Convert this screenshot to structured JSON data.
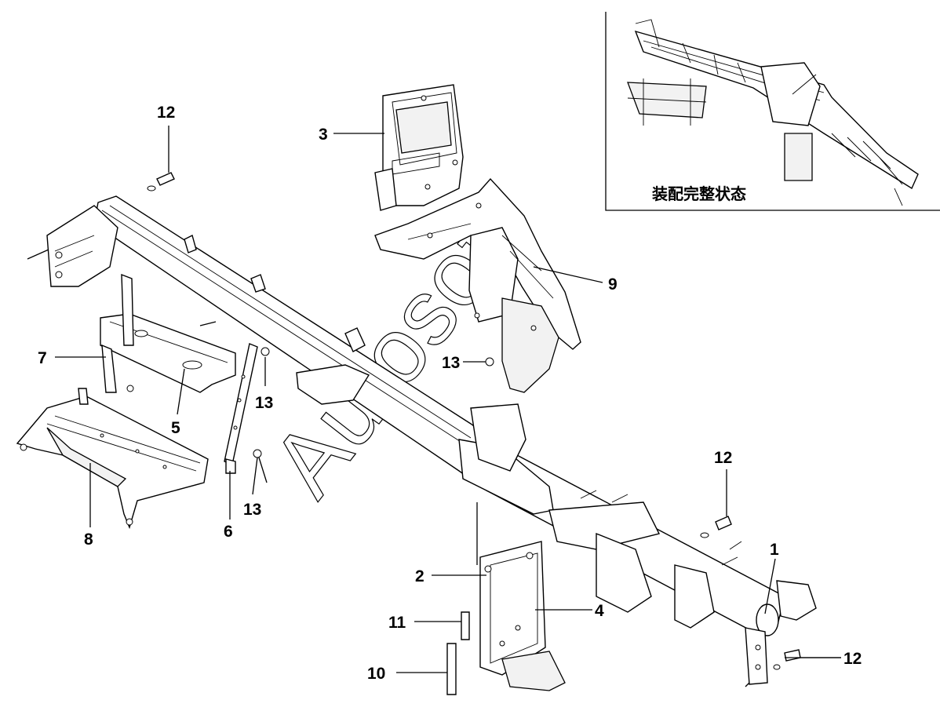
{
  "diagram": {
    "inset_caption": "装配完整状态",
    "watermark": "Autosoft",
    "callouts": {
      "c1": "1",
      "c2": "2",
      "c3": "3",
      "c4": "4",
      "c5": "5",
      "c6": "6",
      "c7": "7",
      "c8": "8",
      "c9": "9",
      "c10": "10",
      "c11": "11",
      "c12a": "12",
      "c12b": "12",
      "c12c": "12",
      "c13a": "13",
      "c13b": "13",
      "c13c": "13"
    }
  }
}
